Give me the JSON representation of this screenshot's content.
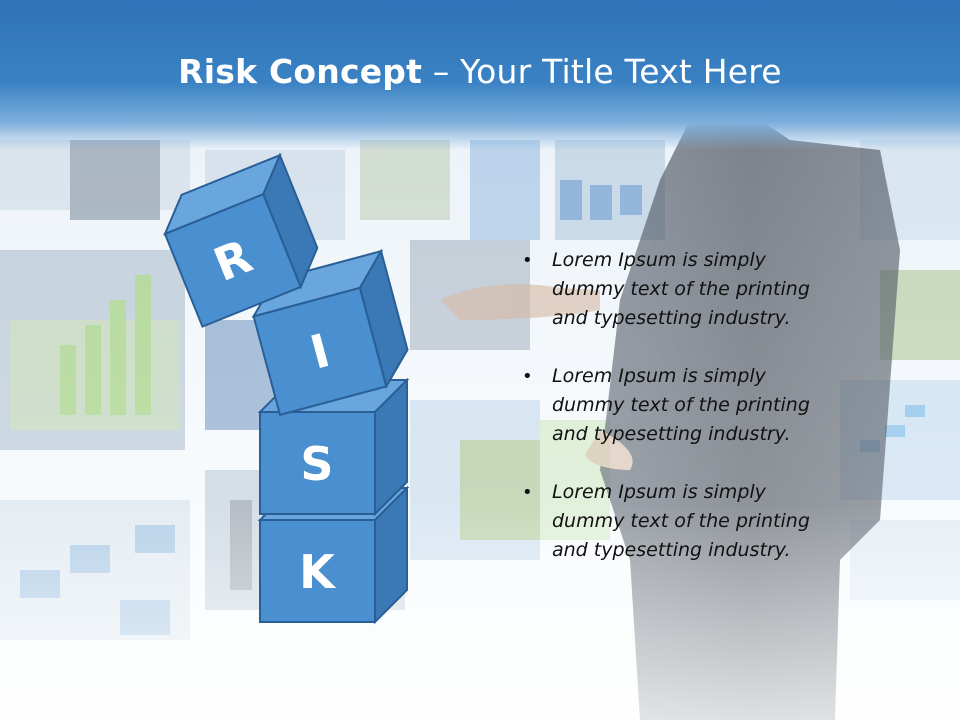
{
  "title": {
    "bold": "Risk Concept",
    "rest": " – Your Title Text Here"
  },
  "cubes": [
    "R",
    "I",
    "S",
    "K"
  ],
  "bullets": [
    "Lorem Ipsum is simply dummy text of the printing and typesetting industry.",
    "Lorem Ipsum is simply dummy text of the printing and typesetting industry.",
    "Lorem Ipsum is simply dummy text of the printing and typesetting industry."
  ],
  "bullet_symbol": "•",
  "colors": {
    "header": "#2e73b7",
    "cube_front": "#4a8fd0",
    "cube_top": "#6aa6de",
    "cube_side": "#3a78b6",
    "cube_edge": "#2a5f96"
  }
}
